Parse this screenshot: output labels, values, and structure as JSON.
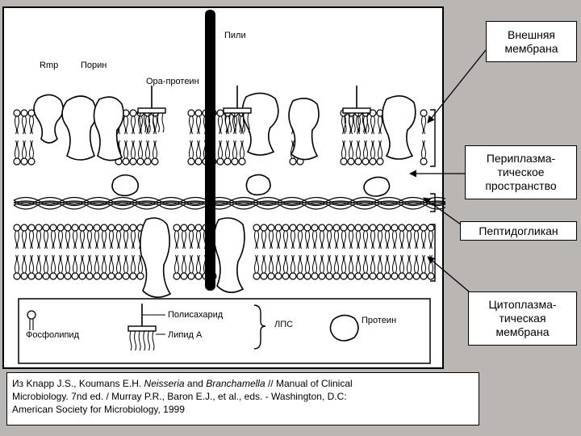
{
  "diagram": {
    "labels": {
      "pili": "Пили",
      "rmp": "Rmp",
      "porin": "Порин",
      "opa": "Opa-протеин"
    },
    "legend": {
      "phospholipid": "Фосфолипид",
      "polysaccharide": "Полисахарид",
      "lipid_a": "Липид А",
      "lps": "ЛПС",
      "protein": "Протеин"
    }
  },
  "callouts": {
    "outer_membrane": "Внешняя\nмембрана",
    "periplasmic": "Периплазма-\nтическое\nпространство",
    "peptidoglycan": "Пептидогликан",
    "cytoplasmic": "Цитоплазма-\nтическая\nмембрана"
  },
  "citation": {
    "line1_prefix": "Из Knapp J.S., Koumans E.H. ",
    "line1_italic1": "Neisseria",
    "line1_and": " and ",
    "line1_italic2": "Branchamella",
    "line1_suffix": " // Manual of Clinical",
    "line2": "Microbiology. 7nd ed. / Murray P.R., Baron E.J., et al., eds. - Washington, D.C:",
    "line3": "American Society for Microbiology, 1999"
  },
  "colors": {
    "background": "#b9b6b4",
    "ink": "#000000",
    "paper": "#ffffff"
  }
}
